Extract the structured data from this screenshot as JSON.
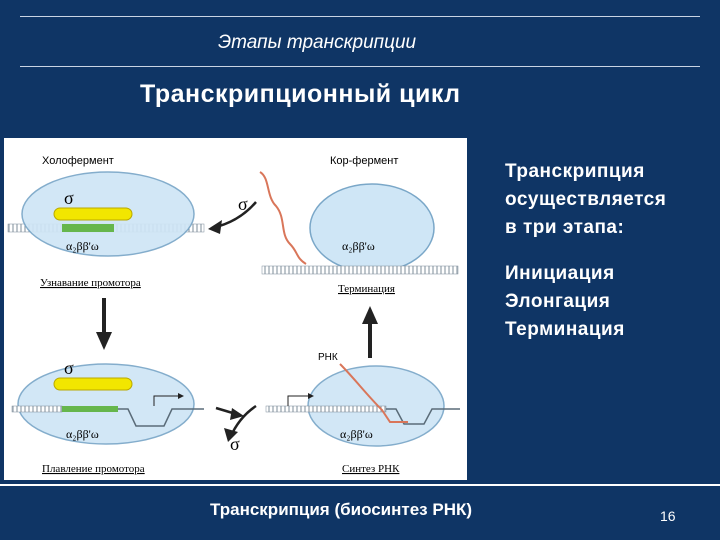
{
  "slide": {
    "subtitle": "Этапы транскрипции",
    "title": "Транскрипционный цикл",
    "side_intro": [
      "Транскрипция",
      "осуществляется",
      "в три этапа:"
    ],
    "stages": [
      "Инициация",
      "Элонгация",
      "Терминация"
    ],
    "footer": "Транскрипция (биосинтез РНК)",
    "page_number": "16"
  },
  "diagram": {
    "holoenzyme_label": "Холофермент",
    "core_enzyme_label": "Кор-фермент",
    "sigma": "σ",
    "subunits": "α₂ββ'ω",
    "promoter_recognition": "Узнавание промотора",
    "termination": "Терминация",
    "promoter_melting": "Плавление промотора",
    "rna_synthesis": "Синтез РНК",
    "rna_label": "РНК",
    "colors": {
      "enzyme": "#cfe6f6",
      "enzyme_border": "#7aa7c8",
      "sigma_bar": "#f2e600",
      "promoter": "#66b64c",
      "rna": "#d9765a",
      "dna": "#7d8c99"
    }
  }
}
